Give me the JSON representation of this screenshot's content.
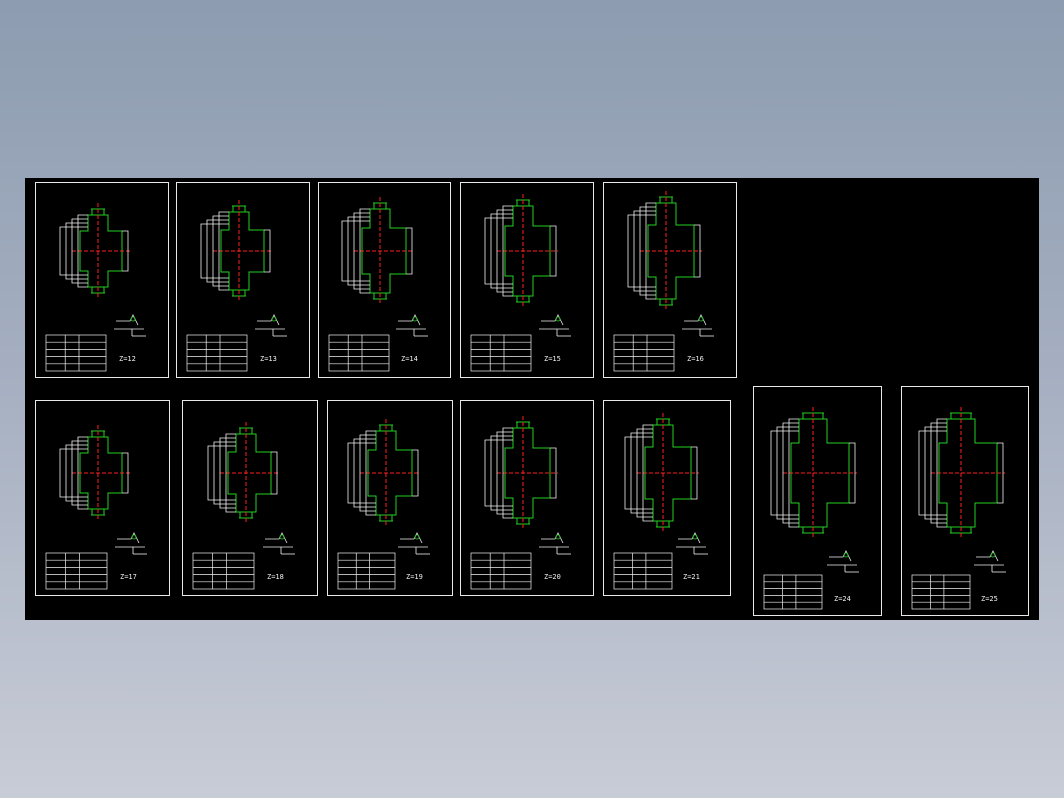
{
  "canvas": {
    "background": "#000000",
    "page_background": "#9aa6b8"
  },
  "colors": {
    "part": "#22d022",
    "centerline": "#ff2020",
    "dimension": "#f2f2f2",
    "frame": "#e8e8e8"
  },
  "sheets": [
    {
      "label": "Z=12"
    },
    {
      "label": "Z=13"
    },
    {
      "label": "Z=14"
    },
    {
      "label": "Z=15"
    },
    {
      "label": "Z=16"
    },
    {
      "label": "Z=17"
    },
    {
      "label": "Z=18"
    },
    {
      "label": "Z=19"
    },
    {
      "label": "Z=20"
    },
    {
      "label": "Z=21"
    },
    {
      "label": "Z=24"
    },
    {
      "label": "Z=25"
    }
  ]
}
